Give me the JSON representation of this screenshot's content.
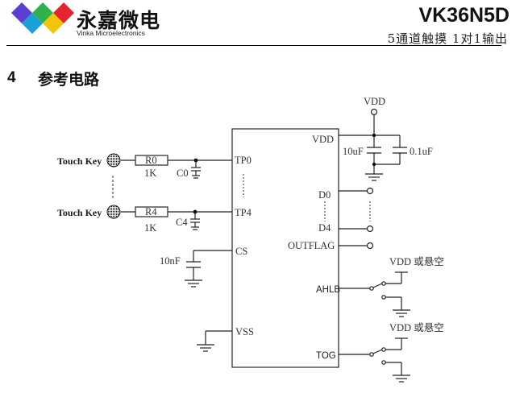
{
  "header": {
    "logo": {
      "brand_cn": "永嘉微电",
      "brand_en": "Vinka Microelectronics",
      "colors": [
        "#5b3fd1",
        "#19a0d8",
        "#2fb24a",
        "#f2c40c",
        "#e2252f"
      ]
    },
    "title": "VK36N5D",
    "subtitle": "5通道触摸 1对1输出"
  },
  "section": {
    "number": "4",
    "title": "参考电路"
  },
  "circuit": {
    "vdd_source": "VDD",
    "decoupling_caps": [
      "10uF",
      "0.1uF"
    ],
    "touch_keys": [
      {
        "label": "Touch Key",
        "resistor": "R0",
        "resistor_value": "1K",
        "capacitor": "C0",
        "pin": "TP0"
      },
      {
        "label": "Touch Key",
        "resistor": "R4",
        "resistor_value": "1K",
        "capacitor": "C4",
        "pin": "TP4"
      }
    ],
    "cs_pin": {
      "pin": "CS",
      "capacitor": "10nF"
    },
    "vss_pin": "VSS",
    "right_pins": {
      "vdd": "VDD",
      "outputs": [
        "D0",
        "D4"
      ],
      "outflag": "OUTFLAG",
      "ahlb": "AHLB",
      "tog": "TOG"
    },
    "switch_option_label": "VDD 或悬空"
  }
}
